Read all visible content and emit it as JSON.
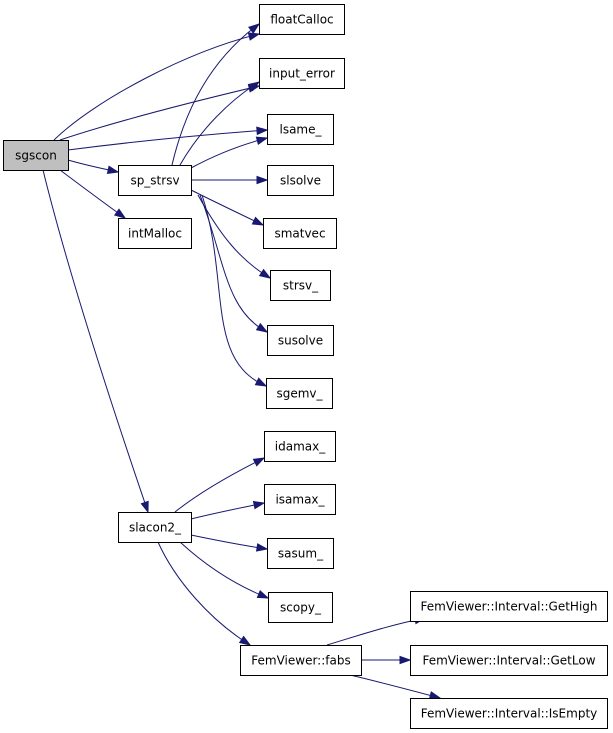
{
  "graph": {
    "nodes": [
      {
        "id": "sgscon",
        "label": "sgscon",
        "root": true
      },
      {
        "id": "sp_strsv",
        "label": "sp_strsv"
      },
      {
        "id": "intMalloc",
        "label": "intMalloc"
      },
      {
        "id": "slacon2_",
        "label": "slacon2_"
      },
      {
        "id": "floatCalloc",
        "label": "floatCalloc"
      },
      {
        "id": "input_error",
        "label": "input_error"
      },
      {
        "id": "lsame_",
        "label": "lsame_"
      },
      {
        "id": "slsolve",
        "label": "slsolve"
      },
      {
        "id": "smatvec",
        "label": "smatvec"
      },
      {
        "id": "strsv_",
        "label": "strsv_"
      },
      {
        "id": "susolve",
        "label": "susolve"
      },
      {
        "id": "sgemv_",
        "label": "sgemv_"
      },
      {
        "id": "idamax_",
        "label": "idamax_"
      },
      {
        "id": "isamax_",
        "label": "isamax_"
      },
      {
        "id": "sasum_",
        "label": "sasum_"
      },
      {
        "id": "scopy_",
        "label": "scopy_"
      },
      {
        "id": "fabs",
        "label": "FemViewer::fabs"
      },
      {
        "id": "gethigh",
        "label": "FemViewer::Interval::GetHigh"
      },
      {
        "id": "getlow",
        "label": "FemViewer::Interval::GetLow"
      },
      {
        "id": "isempty",
        "label": "FemViewer::Interval::IsEmpty"
      }
    ],
    "edges": [
      {
        "from": "sgscon",
        "to": "floatCalloc"
      },
      {
        "from": "sgscon",
        "to": "input_error"
      },
      {
        "from": "sgscon",
        "to": "lsame_"
      },
      {
        "from": "sgscon",
        "to": "sp_strsv"
      },
      {
        "from": "sgscon",
        "to": "intMalloc"
      },
      {
        "from": "sgscon",
        "to": "slacon2_"
      },
      {
        "from": "sp_strsv",
        "to": "floatCalloc"
      },
      {
        "from": "sp_strsv",
        "to": "input_error"
      },
      {
        "from": "sp_strsv",
        "to": "lsame_"
      },
      {
        "from": "sp_strsv",
        "to": "slsolve"
      },
      {
        "from": "sp_strsv",
        "to": "smatvec"
      },
      {
        "from": "sp_strsv",
        "to": "strsv_"
      },
      {
        "from": "sp_strsv",
        "to": "susolve"
      },
      {
        "from": "sp_strsv",
        "to": "sgemv_"
      },
      {
        "from": "slacon2_",
        "to": "idamax_"
      },
      {
        "from": "slacon2_",
        "to": "isamax_"
      },
      {
        "from": "slacon2_",
        "to": "sasum_"
      },
      {
        "from": "slacon2_",
        "to": "scopy_"
      },
      {
        "from": "slacon2_",
        "to": "fabs"
      },
      {
        "from": "fabs",
        "to": "gethigh"
      },
      {
        "from": "fabs",
        "to": "getlow"
      },
      {
        "from": "fabs",
        "to": "isempty"
      }
    ]
  }
}
